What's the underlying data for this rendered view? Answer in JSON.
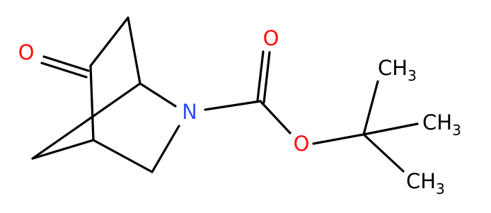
{
  "molecule": {
    "atoms": {
      "oxygen_ketone": "O",
      "nitrogen": "N",
      "oxygen_carbonyl": "O",
      "oxygen_ester": "O",
      "methyl_top": {
        "main": "CH",
        "sub": "3"
      },
      "methyl_right": {
        "main": "CH",
        "sub": "3"
      },
      "methyl_bottom": {
        "main": "CH",
        "sub": "3"
      }
    },
    "colors": {
      "bond": "#000000",
      "oxygen": "#ff0d0d",
      "nitrogen": "#3050f8",
      "carbon": "#000000"
    }
  }
}
